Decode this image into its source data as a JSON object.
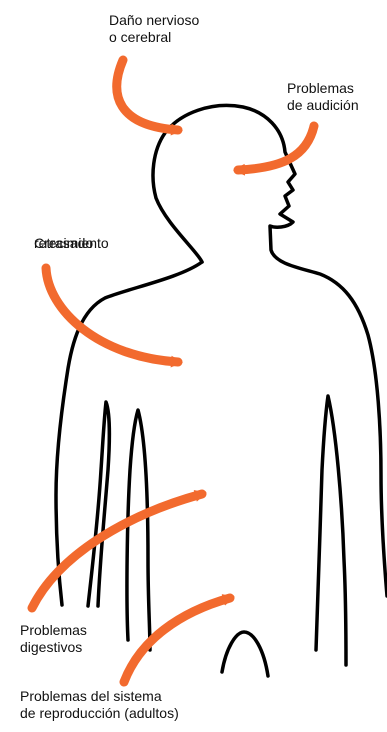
{
  "labels": {
    "brain": "Daño nervioso\no cerebral",
    "hearing": "Problemas\nde audición",
    "growth_a": "Crecimiento",
    "growth_b": "retrasado",
    "digestive": "Problemas\ndigestivos",
    "reproductive": "Problemas del sistema\nde reproducción (adultos)"
  },
  "colors": {
    "arrow": "#f26a2e",
    "outline": "#000000",
    "text": "#111111"
  }
}
